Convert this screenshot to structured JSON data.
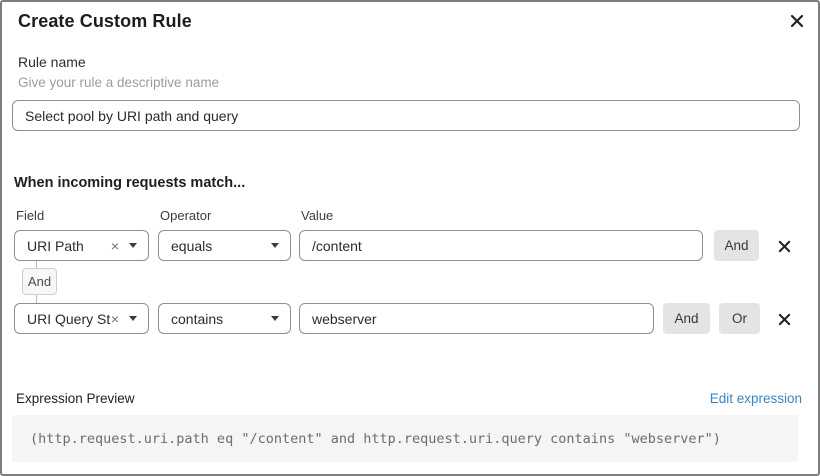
{
  "dialog": {
    "title": "Create Custom Rule"
  },
  "rule_name": {
    "label": "Rule name",
    "hint": "Give your rule a descriptive name",
    "value": "Select pool by URI path and query"
  },
  "matcher": {
    "heading": "When incoming requests match...",
    "columns": {
      "field": "Field",
      "operator": "Operator",
      "value": "Value"
    },
    "rows": [
      {
        "field": "URI Path",
        "operator": "equals",
        "value": "/content"
      },
      {
        "field": "URI Query St...",
        "operator": "contains",
        "value": "webserver"
      }
    ],
    "connector_label": "And",
    "and_label": "And",
    "or_label": "Or",
    "clear_icon": "×"
  },
  "expression": {
    "label": "Expression Preview",
    "edit_link": "Edit expression",
    "code": "(http.request.uri.path eq \"/content\" and http.request.uri.query contains \"webserver\")"
  },
  "colors": {
    "link_blue": "#3a85c2",
    "button_gray": "#e4e4e4",
    "code_background": "#f5f5f5",
    "input_border": "#8f8f8f"
  }
}
